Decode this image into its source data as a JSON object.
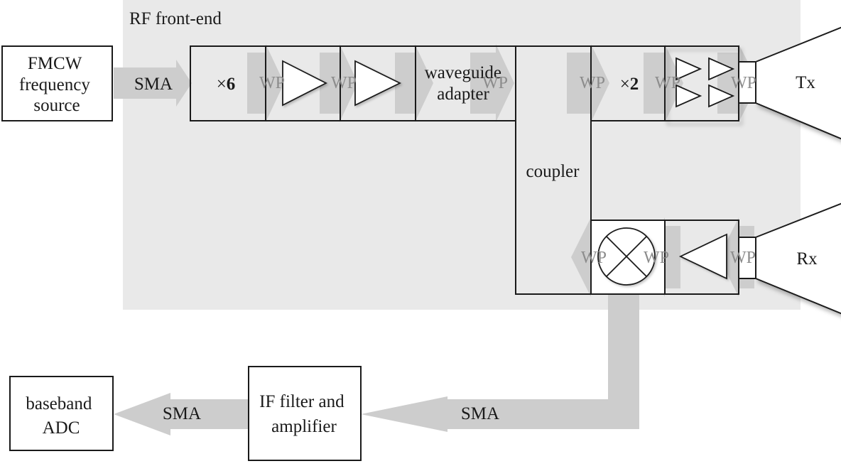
{
  "region": {
    "title": "RF front-end"
  },
  "source": {
    "line1": "FMCW",
    "line2": "frequency",
    "line3": "source"
  },
  "connections": {
    "sma_in": "SMA",
    "sma_if": "SMA",
    "sma_out": "SMA"
  },
  "blocks": {
    "multiplier_6": {
      "prefix": "×",
      "factor": "6"
    },
    "waveguide_adapter": {
      "line1": "waveguide",
      "line2": "adapter"
    },
    "coupler": "coupler",
    "multiplier_2": {
      "prefix": "×",
      "factor": "2"
    },
    "if_filter": {
      "line1": "IF filter and",
      "line2": "amplifier"
    },
    "adc": {
      "line1": "baseband",
      "line2": "ADC"
    }
  },
  "waveguide_port": "WP",
  "antennas": {
    "tx": "Tx",
    "rx": "Rx"
  },
  "colors": {
    "region_fill": "#e9e9e9",
    "arrow_fill": "#cdcdcd",
    "stroke": "#1a1a1a",
    "wp_text": "#8c8c8c"
  }
}
